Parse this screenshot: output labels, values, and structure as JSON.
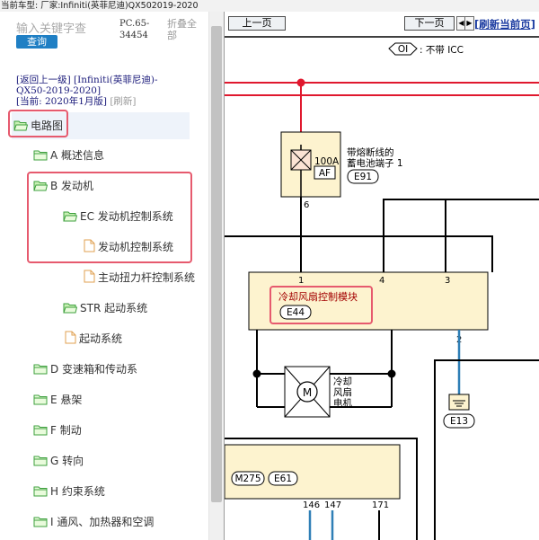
{
  "topbar": {
    "text": "当前车型: 厂家:Infiniti(英菲尼迪)QX502019-2020"
  },
  "search": {
    "placeholder": "输入关键字查",
    "button": "查询"
  },
  "code": {
    "line1": "PC.65-",
    "line2": "34454"
  },
  "collapse_all": {
    "line1": "折叠全",
    "line2": "部"
  },
  "breadcrumb": {
    "back": "[返回上一级]",
    "path1": "[Infiniti(英菲尼迪)-",
    "path2": "QX50-2019-2020]",
    "current": "[当前: 2020年1月版]",
    "refresh": "[刷新]"
  },
  "tree": [
    {
      "label": "电路图",
      "type": "folder-open"
    },
    {
      "label": "A 概述信息",
      "type": "folder-closed"
    },
    {
      "label": "B 发动机",
      "type": "folder-open"
    },
    {
      "label": "EC 发动机控制系统",
      "type": "folder-open"
    },
    {
      "label": "发动机控制系统",
      "type": "document"
    },
    {
      "label": "主动扭力杆控制系统",
      "type": "document"
    },
    {
      "label": "STR 起动系统",
      "type": "folder-open"
    },
    {
      "label": "起动系统",
      "type": "document"
    },
    {
      "label": "D 变速箱和传动系",
      "type": "folder-closed"
    },
    {
      "label": "E 悬架",
      "type": "folder-closed"
    },
    {
      "label": "F 制动",
      "type": "folder-closed"
    },
    {
      "label": "G 转向",
      "type": "folder-closed"
    },
    {
      "label": "H 约束系统",
      "type": "folder-closed"
    },
    {
      "label": "I 通风、加热器和空调",
      "type": "folder-closed"
    }
  ],
  "viewer": {
    "prev": "上一页",
    "next": "下一页",
    "arrow_left": "◀",
    "arrow_right": "▶",
    "refresh": "[刷新当前页]"
  },
  "diagram": {
    "legend_code": "OI",
    "legend_text": ": 不带 ICC",
    "fuse_amp": "100A",
    "fuse_type": "AF",
    "fuse_label1": "带熔断线的",
    "fuse_label2": "蓄电池端子 1",
    "fuse_connector": "E91",
    "fuse_pin": "6",
    "module_pins": [
      "1",
      "4",
      "3"
    ],
    "module_label": "冷却风扇控制模块",
    "module_connector": "E44",
    "module_pin_bottom": "2",
    "motor_symbol": "M",
    "motor_label": [
      "冷却",
      "风扇",
      "电机"
    ],
    "ground_connector": "E13",
    "lower_connectors": [
      "M275",
      "E61"
    ],
    "lower_pins": [
      "146",
      "147",
      "171"
    ]
  },
  "colors": {
    "accent": "#1f7fc4",
    "highlight": "#e65a6e",
    "wire_red": "#e0182e",
    "wire_blue": "#2f7fb6",
    "component_fill": "#fdf3cf"
  }
}
